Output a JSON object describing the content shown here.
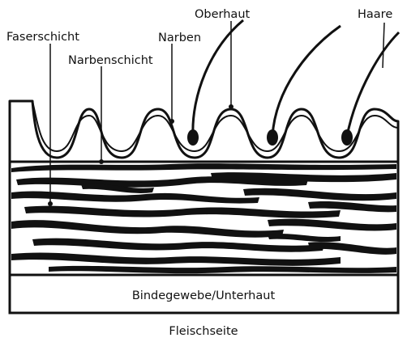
{
  "labels": {
    "faserschicht": "Faserschicht",
    "narbenschicht": "Narbenschicht",
    "narben": "Narben",
    "oberhaut": "Oberhaut",
    "haare": "Haare",
    "bindegewebe": "Bindegewebe/Unterhaut",
    "fleischseite": "Fleischseite"
  },
  "colors": {
    "ink": "#111111",
    "paper": "#ffffff"
  }
}
